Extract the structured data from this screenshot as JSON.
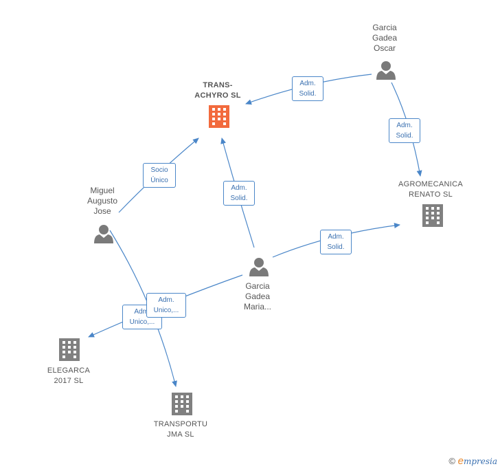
{
  "nodes": {
    "trans_achyro": {
      "label": "TRANS-\nACHYRO  SL",
      "color": "#f26a3d"
    },
    "agromecanica": {
      "label": "AGROMECANICA\nRENATO SL",
      "color": "#808080"
    },
    "elegarca": {
      "label": "ELEGARCA\n2017  SL",
      "color": "#808080"
    },
    "transportu": {
      "label": "TRANSPORTU\nJMA SL",
      "color": "#808080"
    },
    "garcia_oscar": {
      "label": "Garcia\nGadea\nOscar",
      "color": "#7a7a7a"
    },
    "miguel": {
      "label": "Miguel\nAugusto\nJose",
      "color": "#7a7a7a"
    },
    "garcia_maria": {
      "label": "Garcia\nGadea\nMaria...",
      "color": "#7a7a7a"
    }
  },
  "edges": {
    "oscar_trans": "Adm.\nSolid.",
    "oscar_agro": "Adm.\nSolid.",
    "miguel_trans": "Socio\nÚnico",
    "maria_trans": "Adm.\nSolid.",
    "maria_agro": "Adm.\nSolid.",
    "maria_elegarca": "Adm.\nUnico,...",
    "miguel_transportu": "Adm.\nUnico,..."
  },
  "edge_color": "#4a86c8",
  "footer": {
    "copyright": "©",
    "brand_initial": "e",
    "brand_rest": "mpresia"
  }
}
